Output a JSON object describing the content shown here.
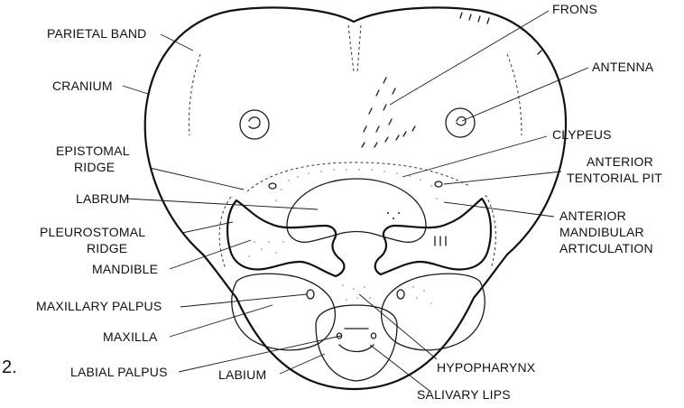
{
  "figure_number": "2.",
  "labels": {
    "parietal_band": "PARIETAL BAND",
    "frons": "FRONS",
    "cranium": "CRANIUM",
    "antenna": "ANTENNA",
    "epistomal_ridge_1": "EPISTOMAL",
    "epistomal_ridge_2": "RIDGE",
    "clypeus": "CLYPEUS",
    "anterior_tentorial_pit_1": "ANTERIOR",
    "anterior_tentorial_pit_2": "TENTORIAL PIT",
    "labrum": "LABRUM",
    "pleurostomal_ridge_1": "PLEUROSTOMAL",
    "pleurostomal_ridge_2": "RIDGE",
    "anterior_mandibular_articulation_1": "ANTERIOR",
    "anterior_mandibular_articulation_2": "MANDIBULAR",
    "anterior_mandibular_articulation_3": "ARTICULATION",
    "mandible": "MANDIBLE",
    "maxillary_palpus": "MAXILLARY PALPUS",
    "maxilla": "MAXILLA",
    "hypopharynx": "HYPOPHARYNX",
    "labial_palpus": "LABIAL PALPUS",
    "labium": "LABIUM",
    "salivary_lips": "SALIVARY LIPS"
  }
}
